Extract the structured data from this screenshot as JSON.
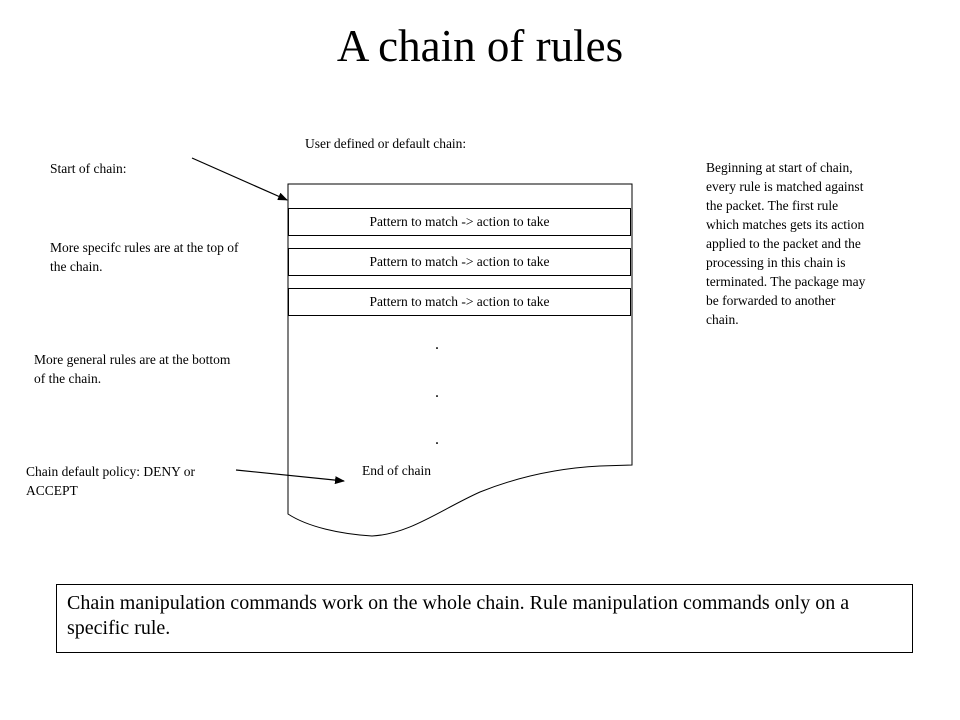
{
  "title": "A chain of rules",
  "chain": {
    "header": "User defined or default chain:",
    "rules": [
      "Pattern to match -> action to take",
      "Pattern to match -> action to take",
      "Pattern to match -> action to take"
    ],
    "continuation": [
      ".",
      ".",
      "."
    ],
    "end_label": "End of chain"
  },
  "annotations": {
    "start": "Start of chain:",
    "specific": "More specifc rules are at the top of the chain.",
    "general": "More general rules are at the bottom of the chain.",
    "policy": "Chain  default policy: DENY or ACCEPT",
    "explanation": "Beginning at start of chain, every rule is matched against the packet. The first rule which matches gets its action applied to the packet and the processing in this chain is terminated. The package may be forwarded to another chain."
  },
  "footer": "Chain manipulation commands work on the whole chain. Rule manipulation commands only on a specific rule."
}
